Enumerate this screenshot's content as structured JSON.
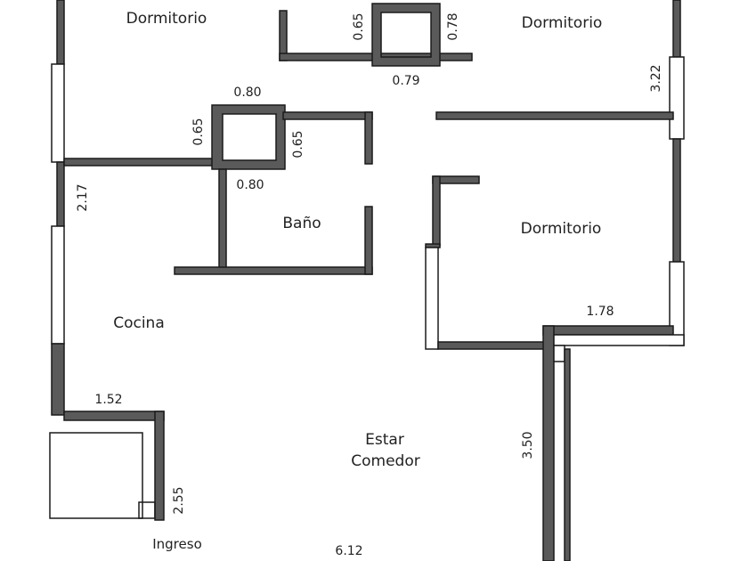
{
  "rooms": {
    "dormitorio_1": "Dormitorio",
    "dormitorio_2": "Dormitorio",
    "dormitorio_3": "Dormitorio",
    "bano": "Baño",
    "cocina": "Cocina",
    "estar_line1": "Estar",
    "estar_line2": "Comedor",
    "ingreso": "Ingreso"
  },
  "dimensions": {
    "shaft_top_left": "0.65",
    "shaft_top_right": "0.78",
    "shaft_top_bottom": "0.79",
    "bed2_height": "3.22",
    "shaft_mid_top": "0.80",
    "shaft_mid_left": "0.65",
    "shaft_mid_right": "0.65",
    "shaft_mid_bottom": "0.80",
    "kitchen_wall": "2.17",
    "bed3_width": "1.78",
    "kitchen_width": "1.52",
    "living_depth": "3.50",
    "entry_wall": "2.55",
    "living_width": "6.12"
  }
}
